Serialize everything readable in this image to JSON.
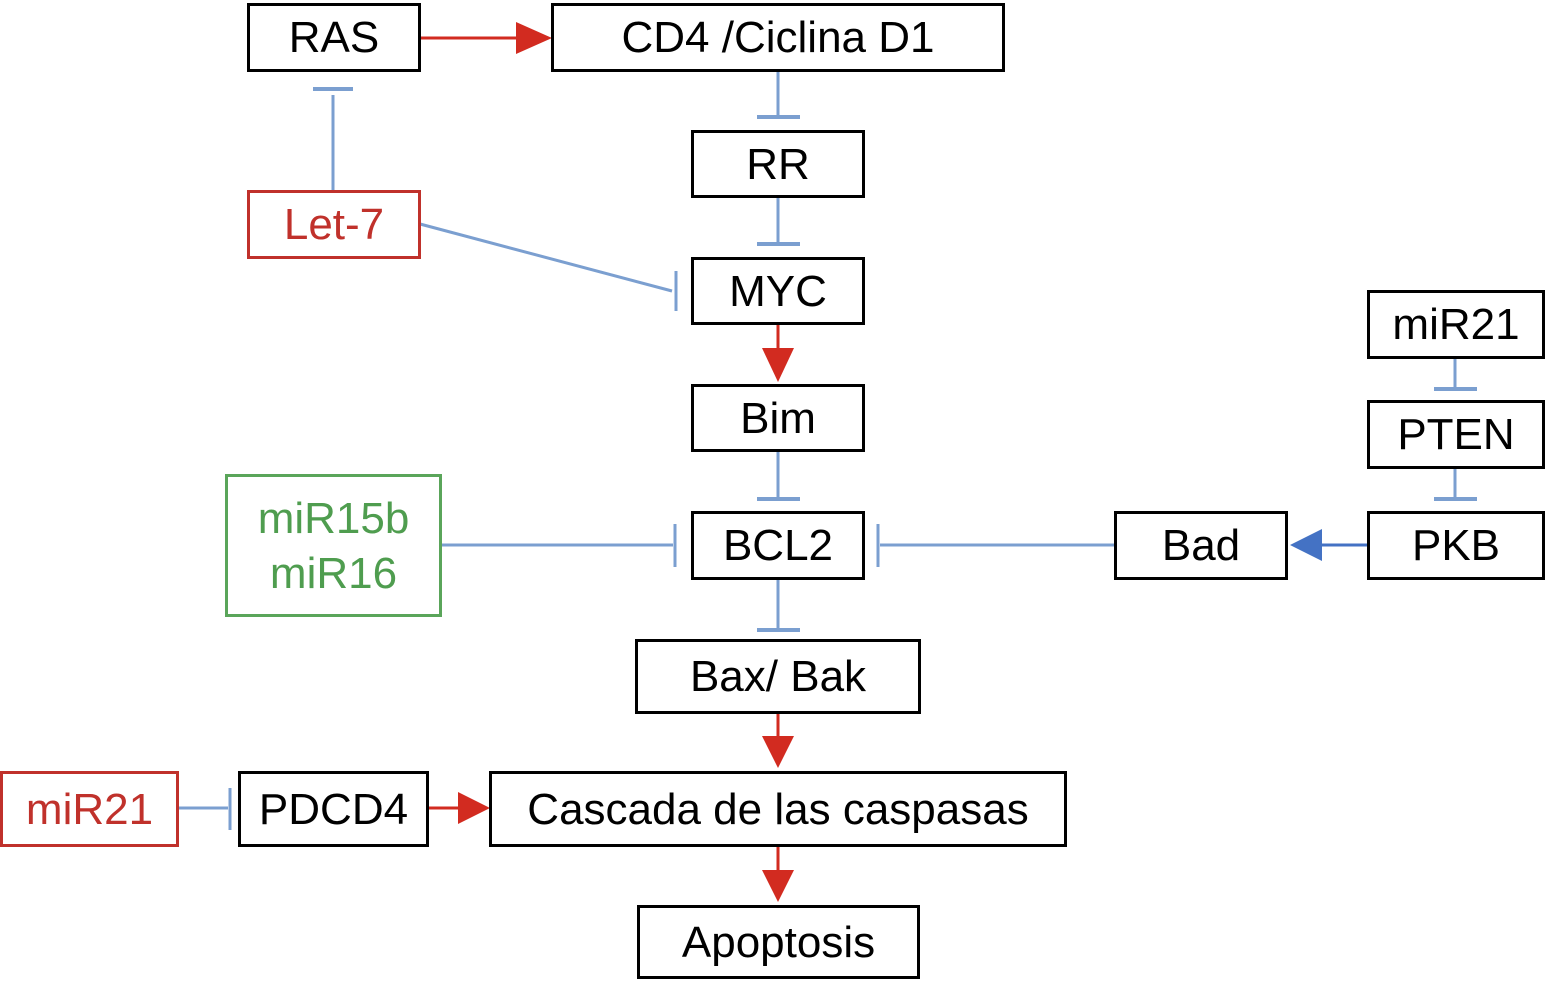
{
  "colors": {
    "node_border": "#000000",
    "activation": "#d22b20",
    "inhibition": "#7b9fd0",
    "pkb_activation": "#4472c4",
    "mirna_red": "#c0312b",
    "mirna_green": "#4f9d4f"
  },
  "nodes": {
    "ras": "RAS",
    "cd4": "CD4 /Ciclina D1",
    "rr": "RR",
    "let7": "Let-7",
    "myc": "MYC",
    "bim": "Bim",
    "mir15b": "miR15b",
    "mir16": "miR16",
    "bcl2": "BCL2",
    "bad": "Bad",
    "mir21_right": "miR21",
    "pten": "PTEN",
    "pkb": "PKB",
    "baxbak": "Bax/ Bak",
    "mir21_left": "miR21",
    "pdcd4": "PDCD4",
    "caspasas": "Cascada de las caspasas",
    "apoptosis": "Apoptosis"
  },
  "edges": [
    {
      "from": "RAS",
      "to": "CD4 /Ciclina D1",
      "type": "activation"
    },
    {
      "from": "Let-7",
      "to": "RAS",
      "type": "inhibition"
    },
    {
      "from": "Let-7",
      "to": "MYC",
      "type": "inhibition"
    },
    {
      "from": "CD4 /Ciclina D1",
      "to": "RR",
      "type": "inhibition"
    },
    {
      "from": "RR",
      "to": "MYC",
      "type": "inhibition"
    },
    {
      "from": "MYC",
      "to": "Bim",
      "type": "activation"
    },
    {
      "from": "Bim",
      "to": "BCL2",
      "type": "inhibition"
    },
    {
      "from": "miR15b/miR16",
      "to": "BCL2",
      "type": "inhibition"
    },
    {
      "from": "Bad",
      "to": "BCL2",
      "type": "inhibition"
    },
    {
      "from": "miR21",
      "to": "PTEN",
      "type": "inhibition"
    },
    {
      "from": "PTEN",
      "to": "PKB",
      "type": "inhibition"
    },
    {
      "from": "PKB",
      "to": "Bad",
      "type": "activation"
    },
    {
      "from": "BCL2",
      "to": "Bax/ Bak",
      "type": "inhibition"
    },
    {
      "from": "Bax/ Bak",
      "to": "Cascada de las caspasas",
      "type": "activation"
    },
    {
      "from": "miR21",
      "to": "PDCD4",
      "type": "inhibition"
    },
    {
      "from": "PDCD4",
      "to": "Cascada de las caspasas",
      "type": "activation"
    },
    {
      "from": "Cascada de las caspasas",
      "to": "Apoptosis",
      "type": "activation"
    }
  ]
}
